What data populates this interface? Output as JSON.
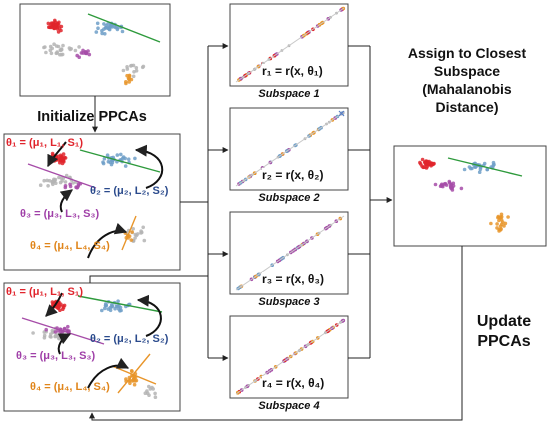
{
  "headings": {
    "init": "Initialize PPCAs",
    "assign": [
      "Assign to Closest",
      "Subspace",
      "(Mahalanobis",
      "Distance)"
    ],
    "update": [
      "Update",
      "PPCAs"
    ]
  },
  "subspaces": [
    {
      "caption": "Subspace 1",
      "formula": "r₁ = r(x, θ₁)"
    },
    {
      "caption": "Subspace 2",
      "formula": "r₂ = r(x, θ₂)"
    },
    {
      "caption": "Subspace 3",
      "formula": "r₃ = r(x, θ₃)"
    },
    {
      "caption": "Subspace 4",
      "formula": "r₄ = r(x, θ₄)"
    }
  ],
  "params": [
    {
      "text": "θ₁ = (μ₁, L₁, S₁)",
      "color": "#e0242c"
    },
    {
      "text": "θ₂ = (μ₂, L₂, S₂)",
      "color": "#2a4a8c"
    },
    {
      "text": "θ₃ = (μ₃, L₃, S₃)",
      "color": "#a040a8"
    },
    {
      "text": "θ₄ = (μ₄, L₄, S₄)",
      "color": "#e0851a"
    }
  ],
  "colors": {
    "red": "#e0242c",
    "blue": "#6f9fc8",
    "purple": "#a64ca8",
    "orange": "#e8952a",
    "gray": "#b4b4b4",
    "green": "#2e9a3c",
    "frame": "#222222"
  },
  "icons": {
    "close": "close-icon"
  }
}
